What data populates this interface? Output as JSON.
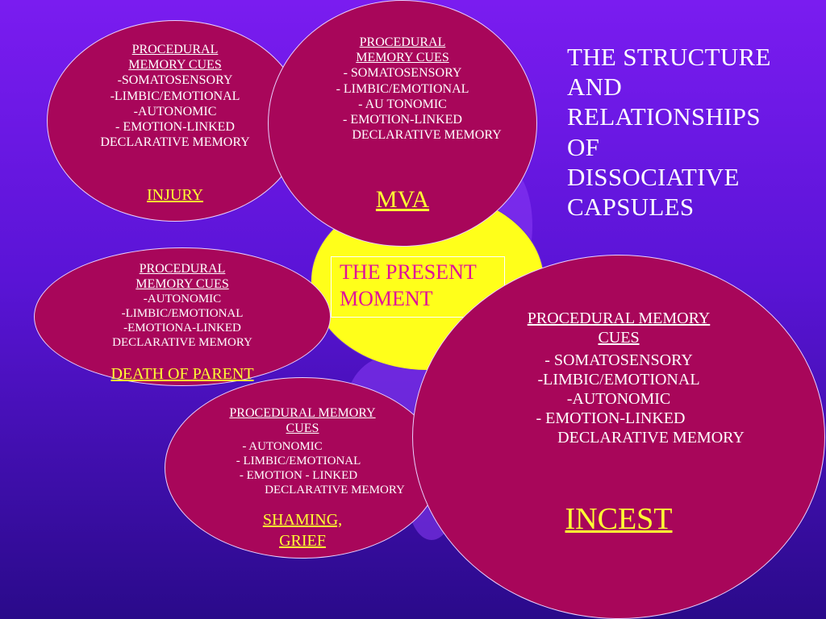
{
  "title_lines": [
    "THE STRUCTURE",
    "AND",
    "RELATIONSHIPS",
    "OF",
    "DISSOCIATIVE",
    "CAPSULES"
  ],
  "present_moment": [
    "THE PRESENT",
    "MOMENT"
  ],
  "capsules": {
    "injury": {
      "cue_title": [
        "PROCEDURAL",
        "MEMORY CUES"
      ],
      "cues": [
        "-SOMATOSENSORY",
        "-LIMBIC/EMOTIONAL",
        "-AUTONOMIC",
        "- EMOTION-LINKED",
        "DECLARATIVE MEMORY"
      ],
      "label": "INJURY"
    },
    "mva": {
      "cue_title": [
        "PROCEDURAL",
        "MEMORY CUES"
      ],
      "cues": [
        "- SOMATOSENSORY",
        "- LIMBIC/EMOTIONAL",
        "- AU TONOMIC",
        "- EMOTION-LINKED",
        "DECLARATIVE MEMORY"
      ],
      "label": "MVA"
    },
    "death_of_parent": {
      "cue_title": [
        "PROCEDURAL",
        "MEMORY CUES"
      ],
      "cues": [
        "-AUTONOMIC",
        "-LIMBIC/EMOTIONAL",
        "-EMOTIONA-LINKED",
        "DECLARATIVE MEMORY"
      ],
      "label": "DEATH OF PARENT"
    },
    "shaming_grief": {
      "cue_title": [
        "PROCEDURAL MEMORY",
        "CUES"
      ],
      "cues": [
        "- AUTONOMIC",
        "- LIMBIC/EMOTIONAL",
        "- EMOTION - LINKED",
        "DECLARATIVE MEMORY"
      ],
      "label": [
        "SHAMING,",
        "GRIEF"
      ]
    },
    "incest": {
      "cue_title": [
        "PROCEDURAL MEMORY",
        "CUES"
      ],
      "cues": [
        "- SOMATOSENSORY",
        "-LIMBIC/EMOTIONAL",
        "-AUTONOMIC",
        "- EMOTION-LINKED",
        "DECLARATIVE MEMORY"
      ],
      "label": "INCEST"
    }
  },
  "colors": {
    "background_top": "#7a1cf0",
    "background_bottom": "#2a0a8a",
    "capsule": "#a8065a",
    "present": "#ffff1a",
    "present_text": "#e0109a",
    "label": "#ffff33"
  }
}
